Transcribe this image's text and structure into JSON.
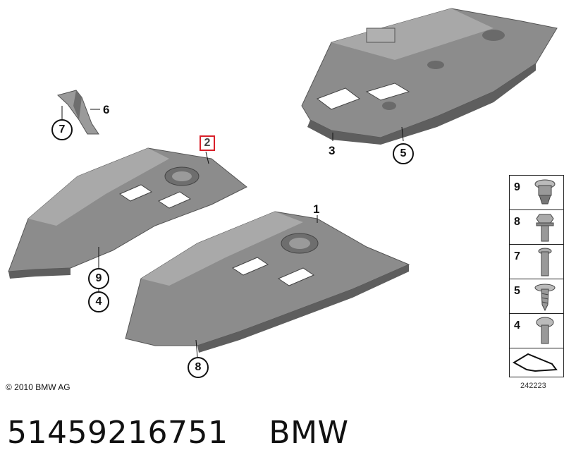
{
  "diagram": {
    "callouts": {
      "c1": "1",
      "c2": "2",
      "c3": "3",
      "c4": "4",
      "c5": "5",
      "c6": "6",
      "c7": "7",
      "c8": "8",
      "c9": "9"
    },
    "legend": [
      "9",
      "8",
      "7",
      "5",
      "4"
    ],
    "copyright": "© 2010 BMW AG",
    "reference": "242223"
  },
  "caption": {
    "part_number": "51459216751",
    "brand": "BMW"
  },
  "colors": {
    "part_fill": "#8c8c8c",
    "part_dark": "#5e5e5e",
    "part_light": "#b4b4b4",
    "highlight_box": "#d9202a"
  }
}
